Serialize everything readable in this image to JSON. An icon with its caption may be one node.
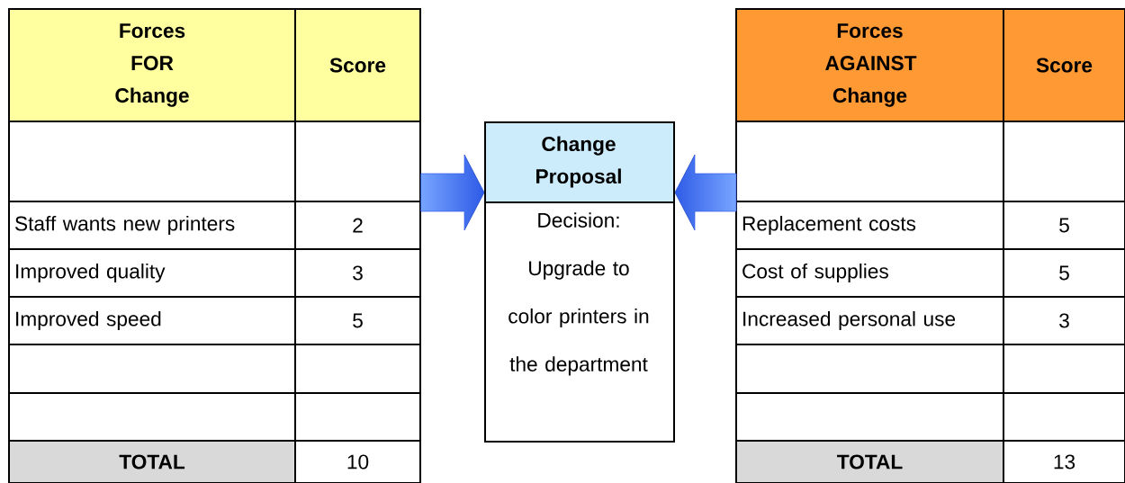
{
  "diagram": {
    "nodes": [
      {
        "text": [
          "Forces FOR Change",
          "Score",
          "Staff wants new printers",
          "2",
          "Improved quality",
          "3",
          "Improved speed",
          "5",
          "TOTAL",
          "10"
        ]
      },
      {
        "text": [
          "Change Proposal",
          "Decision: Upgrade to color printers in the department"
        ]
      },
      {
        "text": [
          "Forces AGAINST Change",
          "Score",
          "Replacement costs",
          "5",
          "Cost of supplies",
          "5",
          "Increased personal use",
          "3",
          "TOTAL",
          "13"
        ]
      }
    ],
    "edges": [
      {
        "from": 0,
        "to": 1,
        "arrow": "to"
      },
      {
        "from": 2,
        "to": 1,
        "arrow": "to"
      }
    ]
  }
}
